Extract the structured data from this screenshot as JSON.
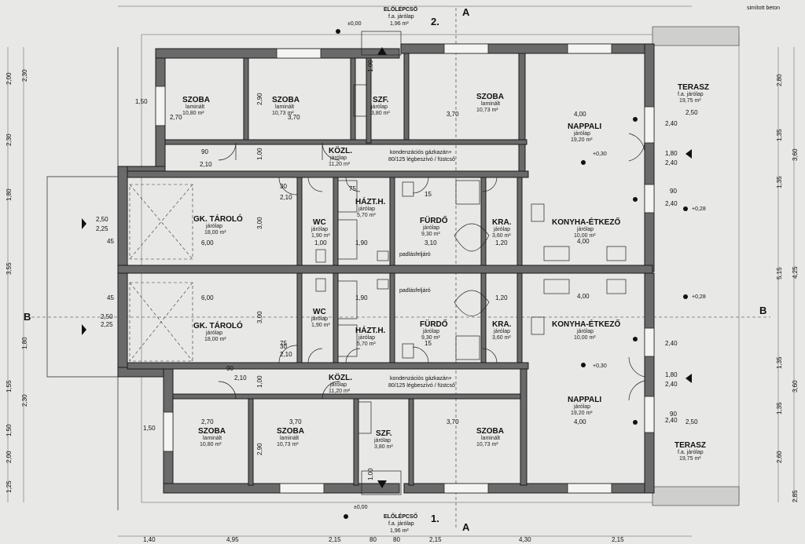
{
  "section_marks": {
    "top": "2.",
    "bottom": "1.",
    "section_a": "A",
    "section_b": "B"
  },
  "entrance": {
    "name": "ELŐLÉPCSŐ",
    "floor": "f.a. járólap",
    "area": "1,96 m²",
    "level": "±0,00"
  },
  "top_right_note": "simított beton",
  "rooms_upper": [
    {
      "id": "szoba-1",
      "name": "SZOBA",
      "floor": "laminált",
      "area": "10,80 m²"
    },
    {
      "id": "szoba-2",
      "name": "SZOBA",
      "floor": "laminált",
      "area": "10,73 m²"
    },
    {
      "id": "szf",
      "name": "SZF.",
      "floor": "járólap",
      "area": "3,80 m²"
    },
    {
      "id": "szoba-3",
      "name": "SZOBA",
      "floor": "laminált",
      "area": "10,73 m²"
    },
    {
      "id": "nappali",
      "name": "NAPPALI",
      "floor": "járólap",
      "area": "19,20 m²"
    },
    {
      "id": "terasz",
      "name": "TERASZ",
      "floor": "f.a. járólap",
      "area": "19,75 m²"
    },
    {
      "id": "kozl",
      "name": "KÖZL.",
      "floor": "járólap",
      "area": "11,20 m²"
    },
    {
      "id": "gk-tarolo",
      "name": "GK. TÁROLÓ",
      "floor": "járólap",
      "area": "18,00 m²"
    },
    {
      "id": "wc",
      "name": "WC",
      "floor": "járólap",
      "area": "1,90 m²"
    },
    {
      "id": "hazt",
      "name": "HÁZT.H.",
      "floor": "járólap",
      "area": "5,70 m²"
    },
    {
      "id": "furdo",
      "name": "FÜRDŐ",
      "floor": "járólap",
      "area": "9,30 m²"
    },
    {
      "id": "kra",
      "name": "KRA.",
      "floor": "járólap",
      "area": "3,60 m²"
    },
    {
      "id": "konyha",
      "name": "KONYHA-ÉTKEZŐ",
      "floor": "járólap",
      "area": "10,00 m²"
    }
  ],
  "rooms_lower": [
    {
      "id": "gk-tarolo",
      "name": "GK. TÁROLÓ",
      "floor": "járólap",
      "area": "18,00 m²"
    },
    {
      "id": "wc",
      "name": "WC",
      "floor": "járólap",
      "area": "1,90 m²"
    },
    {
      "id": "hazt",
      "name": "HÁZT.H.",
      "floor": "járólap",
      "area": "5,70 m²"
    },
    {
      "id": "furdo",
      "name": "FÜRDŐ",
      "floor": "járólap",
      "area": "9,30 m²"
    },
    {
      "id": "kra",
      "name": "KRA.",
      "floor": "járólap",
      "area": "3,60 m²"
    },
    {
      "id": "konyha",
      "name": "KONYHA-ÉTKEZŐ",
      "floor": "járólap",
      "area": "10,00 m²"
    },
    {
      "id": "kozl",
      "name": "KÖZL.",
      "floor": "járólap",
      "area": "11,20 m²"
    },
    {
      "id": "nappali",
      "name": "NAPPALI",
      "floor": "járólap",
      "area": "19,20 m²"
    },
    {
      "id": "szoba-1",
      "name": "SZOBA",
      "floor": "laminált",
      "area": "10,80 m²"
    },
    {
      "id": "szoba-2",
      "name": "SZOBA",
      "floor": "laminált",
      "area": "10,73 m²"
    },
    {
      "id": "szf",
      "name": "SZF.",
      "floor": "járólap",
      "area": "3,80 m²"
    },
    {
      "id": "szoba-3",
      "name": "SZOBA",
      "floor": "laminált",
      "area": "10,73 m²"
    },
    {
      "id": "terasz",
      "name": "TERASZ",
      "floor": "f.a. járólap",
      "area": "19,75 m²"
    }
  ],
  "notes": {
    "boiler": "kondenzációs gázkazán+",
    "flue": "80/125 légbeszívó / füstcső",
    "attic": "padlásfeljáró",
    "level_plus": "+0,30",
    "level_plus2": "+0,28"
  },
  "dims_bottom": [
    "1,40",
    "4,95",
    "2,15",
    "80",
    "80",
    "2,15",
    "4,30",
    "2,15"
  ],
  "dims_left": [
    "2,00",
    "2,30",
    "1,80",
    "3,55",
    "2,30",
    "1,80",
    "1,55",
    "2,30",
    "1,50",
    "2,00",
    "1,25"
  ],
  "dims_right": [
    "2,80",
    "1,35",
    "1,35",
    "3,60",
    "5,15",
    "4,25",
    "1,35",
    "1,35",
    "3,60",
    "2,60",
    "2,85"
  ],
  "dims_inner": {
    "room_w1": "2,70",
    "room_w2": "3,70",
    "room_w3": "3,70",
    "nappali_w": "4,00",
    "terasz_w": "2,50",
    "gk_w": "6,00",
    "kra_w": "1,20",
    "furdo_w": "3,10",
    "hazt_w": "1,90",
    "wc_w": "1,00",
    "kozl_h": "1,00",
    "h_290": "2,90",
    "h_300": "3,00",
    "d_210": "2,10",
    "d_240": "2,40",
    "d_180": "1,80",
    "d_225": "2,25",
    "d_250": "2,50",
    "d_45": "45",
    "d_30": "30",
    "d_90": "90",
    "d_150": "1,50",
    "d_100": "1,00",
    "d_75": "75",
    "d_15": "15"
  }
}
